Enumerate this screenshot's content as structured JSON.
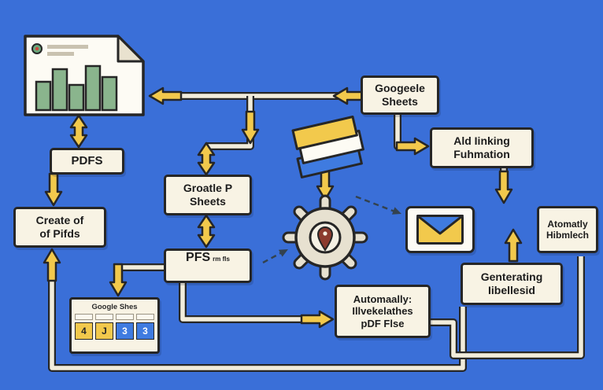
{
  "palette": {
    "background": "#3a6fd8",
    "box_fill": "#f8f3e4",
    "outline": "#262626",
    "arrow_yellow": "#f2c94c",
    "connector_white": "#f2eddc",
    "sheet_blue": "#3f7be0",
    "chart_green": "#8ab58d",
    "pin_red": "#8c3b2e"
  },
  "nodes": {
    "pdfs": {
      "label": "PDFS"
    },
    "create_pdfs": {
      "line1": "Create of",
      "line2": "of Pifds"
    },
    "google_shes": {
      "title": "Google Shes",
      "cells": [
        "4",
        "J",
        "3",
        "3"
      ]
    },
    "groatle_sheets": {
      "line1": "Groatle P",
      "line2": "Sheets"
    },
    "pfs": {
      "label": "PFS",
      "sub": "rm fls"
    },
    "googeele_sheets": {
      "line1": "Googeele",
      "line2": "Sheets"
    },
    "ald_linking": {
      "line1": "Ald Iinking",
      "line2": "Fuhmation"
    },
    "atomatly": {
      "line1": "Atomatly",
      "line2": "Hibmlech"
    },
    "genterating": {
      "line1": "Genterating",
      "line2": "Iibellesid"
    },
    "automaally": {
      "line1": "Automaally:",
      "line2": "Illvekelathes",
      "line3": "pDF Flse"
    }
  },
  "icons": {
    "document_chart": "document-with-green-bar-chart",
    "stacked_sheets": "stacked-colored-sheets",
    "gear": "gear-with-map-pin",
    "envelope": "email-envelope",
    "spreadsheet": "mini-spreadsheet-grid"
  }
}
